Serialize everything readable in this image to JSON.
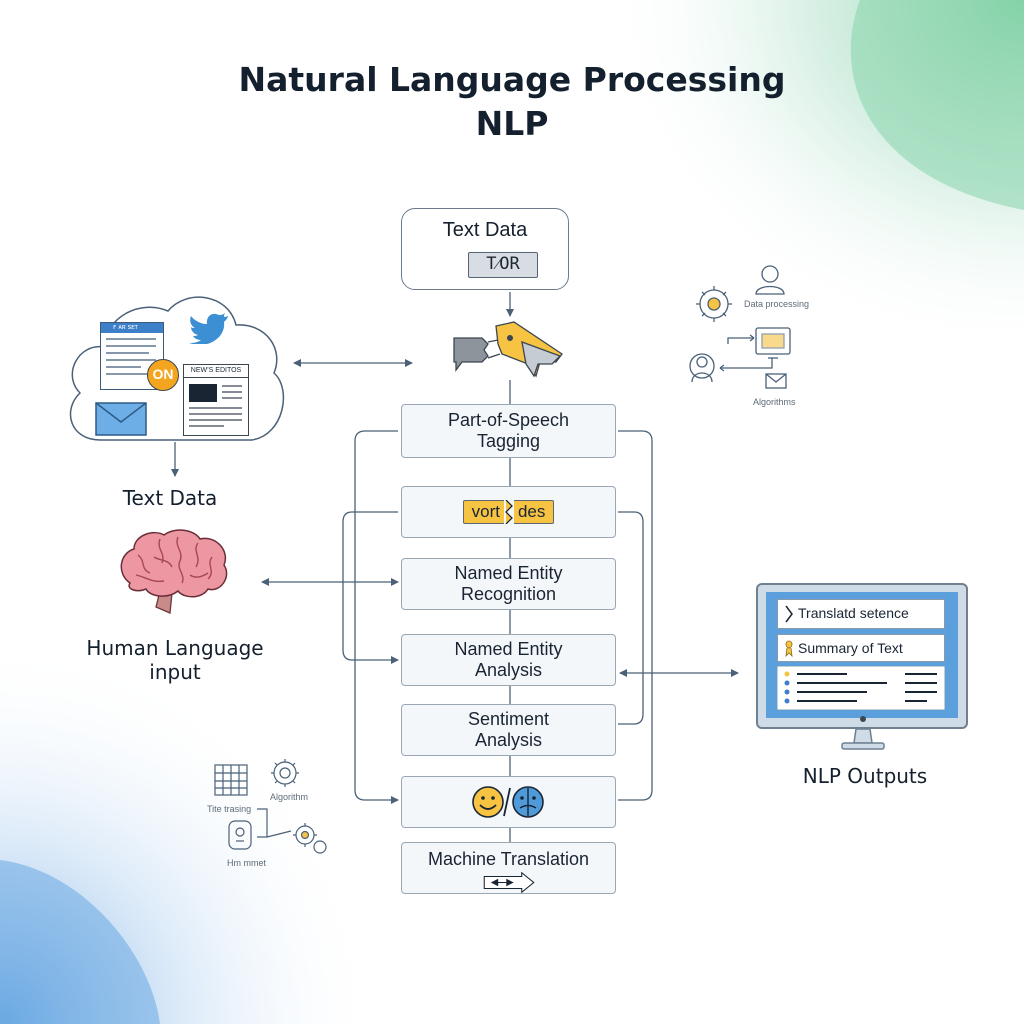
{
  "title": {
    "line1": "Natural Language Processing",
    "line2": "NLP"
  },
  "top_node": {
    "label": "Text Data",
    "chip": "T⁄OR"
  },
  "source": {
    "doc_header": "ꜰ ᴀʀ ꜱᴇᴛ",
    "newspaper_header": "NEW’S EDITOS",
    "badge": "ON",
    "label": "Text Data"
  },
  "human_input": {
    "label_line1": "Human Language",
    "label_line2": "input"
  },
  "pipeline": [
    {
      "id": "pos",
      "line1": "Part-of-Speech",
      "line2": "Tagging"
    },
    {
      "id": "tokens",
      "chip_left": "vort",
      "chip_right": "des"
    },
    {
      "id": "ner",
      "line1": "Named Entity",
      "line2": "Recognition"
    },
    {
      "id": "nea",
      "line1": "Named Entity",
      "line2": "Analysis"
    },
    {
      "id": "sentiment",
      "line1": "Sentiment",
      "line2": "Analysis"
    },
    {
      "id": "emotion",
      "icon": "smiley-icon"
    },
    {
      "id": "mt",
      "line1": "Machine Translation"
    }
  ],
  "outputs": {
    "row1": "Translatd setence",
    "row2": "Summary of Text",
    "label": "NLP Outputs"
  },
  "top_right_icons": {
    "label1": "Data processing",
    "label2": "Algorithms"
  },
  "bottom_left_icons": {
    "label1": "Algorithm",
    "label2": "Tite trasing",
    "label3": "Hm mmet"
  },
  "colors": {
    "accent_blue": "#3d7fc8",
    "accent_yellow": "#f6c343",
    "accent_green": "#8fd3ab",
    "line": "#4a6178"
  }
}
